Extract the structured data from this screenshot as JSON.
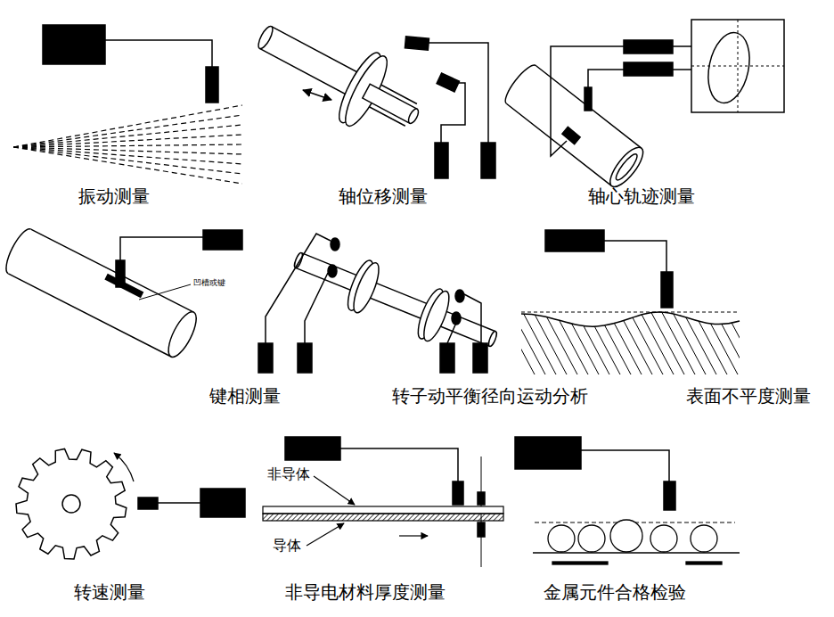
{
  "diagram": {
    "labels": [
      "振动测量",
      "轴位移测量",
      "轴心轨迹测量",
      "凹槽或键",
      "键相测量",
      "转子动平衡径向运动分析",
      "表面不平度测量",
      "转速测量",
      "非导体",
      "导体",
      "非导电材料厚度测量",
      "金属元件合格检验"
    ]
  }
}
